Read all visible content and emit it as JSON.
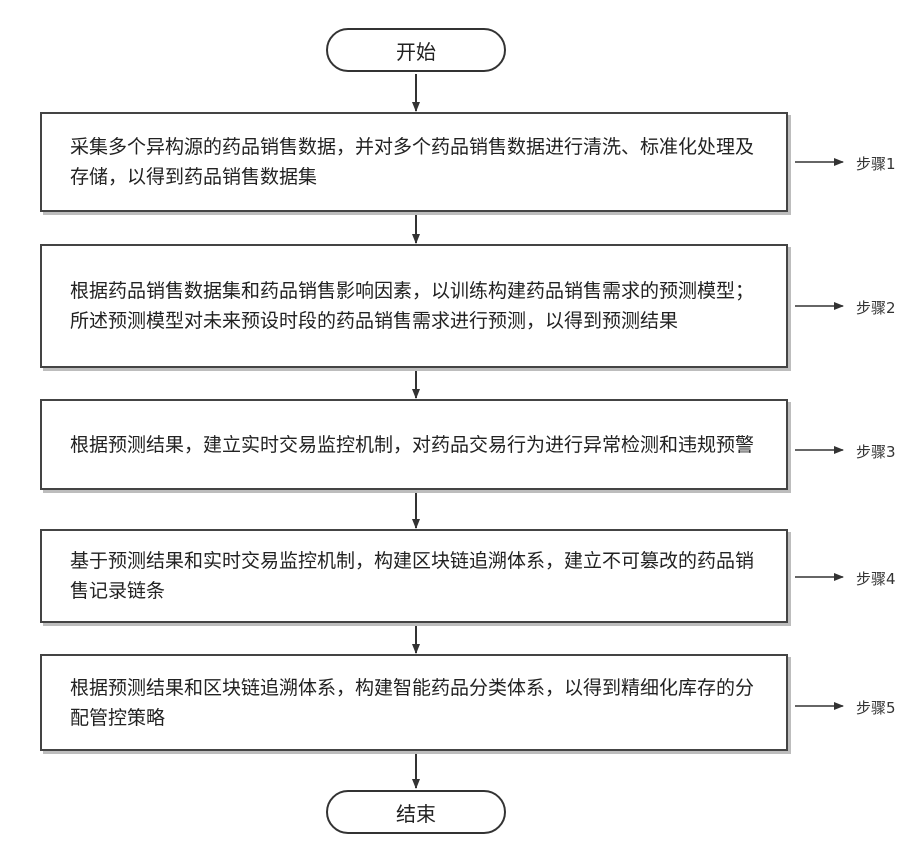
{
  "start": {
    "label": "开始"
  },
  "end": {
    "label": "结束"
  },
  "steps": [
    {
      "text": "采集多个异构源的药品销售数据，并对多个药品销售数据进行清洗、标准化处理及存储，以得到药品销售数据集",
      "label": "步骤1"
    },
    {
      "text": "根据药品销售数据集和药品销售影响因素，以训练构建药品销售需求的预测模型；所述预测模型对未来预设时段的药品销售需求进行预测，以得到预测结果",
      "label": "步骤2"
    },
    {
      "text": "根据预测结果，建立实时交易监控机制，对药品交易行为进行异常检测和违规预警",
      "label": "步骤3"
    },
    {
      "text": "基于预测结果和实时交易监控机制，构建区块链追溯体系，建立不可篡改的药品销售记录链条",
      "label": "步骤4"
    },
    {
      "text": "根据预测结果和区块链追溯体系，构建智能药品分类体系，以得到精细化库存的分配管控策略",
      "label": "步骤5"
    }
  ]
}
